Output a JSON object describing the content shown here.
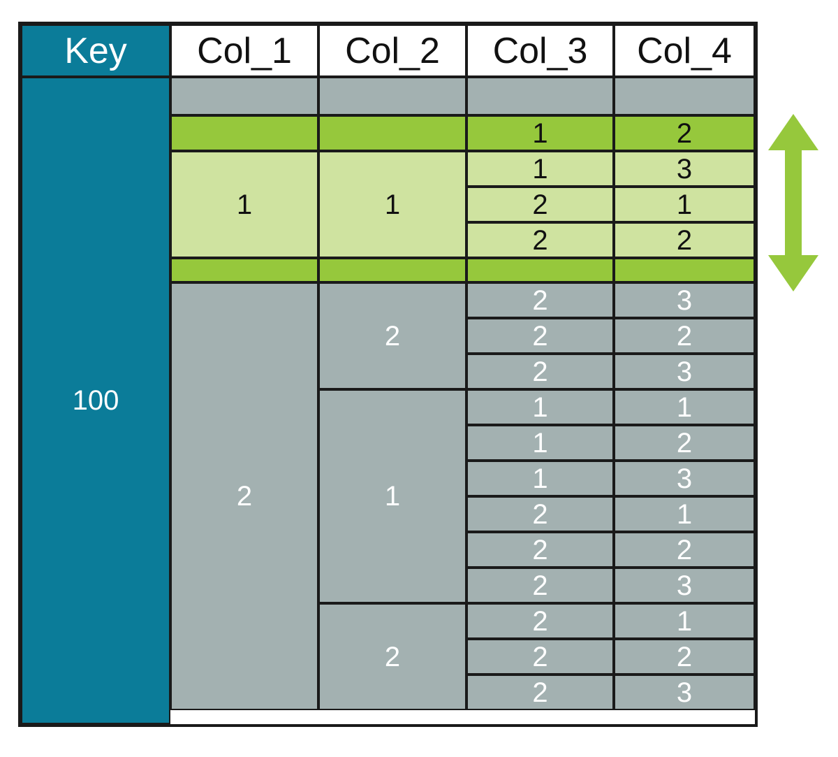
{
  "table": {
    "headers": [
      "Key",
      "Col_1",
      "Col_2",
      "Col_3",
      "Col_4"
    ],
    "key_value": "100",
    "colors": {
      "key_fill": "#0b7c99",
      "gray_fill": "#a3b1b1",
      "green_dark": "#96c83c",
      "green_light": "#cfe3a0",
      "header_fill": "#ffffff",
      "border": "#1a1a1a",
      "arrow": "#96c83c"
    },
    "spacer_top": {
      "col_1": "",
      "col_2": "",
      "col_3": "",
      "col_4": "",
      "fill": "gray"
    },
    "spacer_bottom": {
      "col_1": "",
      "col_2": "",
      "col_3": "",
      "col_4": "",
      "fill": "green-dark"
    },
    "rows": [
      {
        "col_1": "",
        "col_2": "",
        "col_3": "1",
        "col_4": "2",
        "fill": "green-dark"
      },
      {
        "col_1": "1",
        "col_2": "1",
        "col_3": "1",
        "col_4": "3",
        "fill": "green-light"
      },
      {
        "col_1": "",
        "col_2": "",
        "col_3": "2",
        "col_4": "1",
        "fill": "green-light"
      },
      {
        "col_1": "",
        "col_2": "",
        "col_3": "2",
        "col_4": "2",
        "fill": "green-light"
      },
      {
        "col_1": "",
        "col_2": "2",
        "col_3": "2",
        "col_4": "3",
        "fill": "gray"
      },
      {
        "col_1": "",
        "col_2": "",
        "col_3": "2",
        "col_4": "2",
        "fill": "gray"
      },
      {
        "col_1": "",
        "col_2": "",
        "col_3": "2",
        "col_4": "3",
        "fill": "gray"
      },
      {
        "col_1": "2",
        "col_2": "1",
        "col_3": "1",
        "col_4": "1",
        "fill": "gray"
      },
      {
        "col_1": "",
        "col_2": "",
        "col_3": "1",
        "col_4": "2",
        "fill": "gray"
      },
      {
        "col_1": "",
        "col_2": "",
        "col_3": "1",
        "col_4": "3",
        "fill": "gray"
      },
      {
        "col_1": "",
        "col_2": "",
        "col_3": "2",
        "col_4": "1",
        "fill": "gray"
      },
      {
        "col_1": "",
        "col_2": "",
        "col_3": "2",
        "col_4": "2",
        "fill": "gray"
      },
      {
        "col_1": "",
        "col_2": "",
        "col_3": "2",
        "col_4": "3",
        "fill": "gray"
      },
      {
        "col_1": "",
        "col_2": "2",
        "col_3": "2",
        "col_4": "1",
        "fill": "gray"
      },
      {
        "col_1": "",
        "col_2": "",
        "col_3": "2",
        "col_4": "2",
        "fill": "gray"
      },
      {
        "col_1": "",
        "col_2": "",
        "col_3": "2",
        "col_4": "3",
        "fill": "gray"
      }
    ],
    "merged_group_labels": {
      "col1_green": "1",
      "col2_green": "1",
      "col1_gray": "2",
      "col2_gray_a": "2",
      "col2_gray_b": "1",
      "col2_gray_c": "2"
    }
  },
  "annotation": {
    "arrow": "double-headed-vertical-arrow"
  }
}
